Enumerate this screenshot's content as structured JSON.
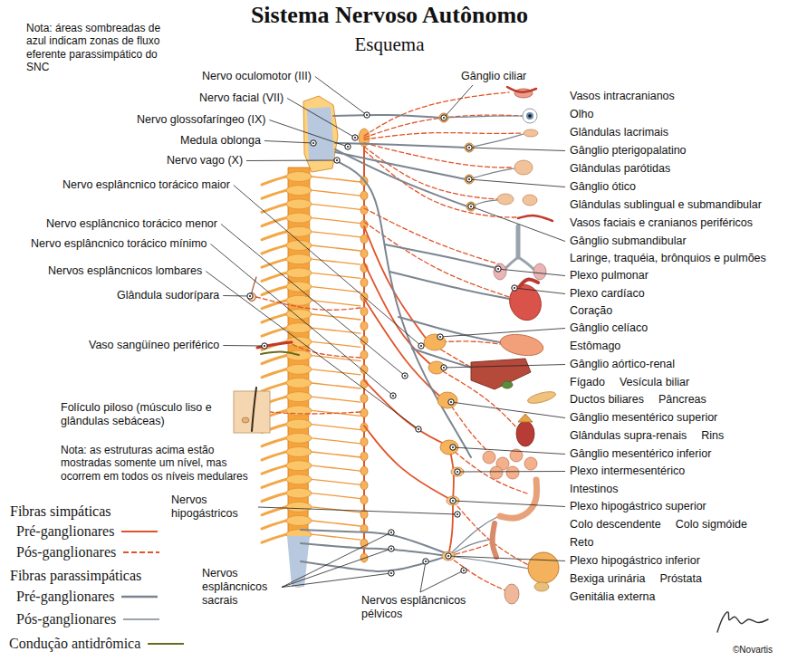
{
  "diagram": {
    "title": "Sistema Nervoso Autônomo",
    "labels": [
      "Esquema",
      "Nota: áreas sombreadas de azul indicam zonas de fluxo eferente parassimpático do SNC",
      "Nervo oculomotor (III)",
      "Nervo facial (VII)",
      "Nervo glossofaríngeo (IX)",
      "Medula oblonga",
      "Nervo vago (X)",
      "Nervo esplâncnico torácico maior",
      "Nervo esplâncnico torácico menor",
      "Nervo esplâncnico torácico mínimo",
      "Nervos esplâncnicos lombares",
      "Glândula sudorípara",
      "Vaso sangüíneo periférico",
      "Folículo piloso (músculo liso e glândulas sebáceas)",
      "Nota: as estruturas acima estão mostradas somente um nível, mas ocorrem em todos os níveis medulares",
      "Nervos hipogástricos",
      "Nervos esplâncnicos sacrais",
      "Nervos esplâncnicos pélvicos",
      "Gânglio ciliar",
      "Vasos intracranianos",
      "Olho",
      "Glândulas lacrimais",
      "Gânglio pterigopalatino",
      "Glândulas parótidas",
      "Gânglio ótico",
      "Glândulas sublingual e submandibular",
      "Vasos faciais e cranianos periféricos",
      "Gânglio submandibular",
      "Laringe, traquéia, brônquios e pulmões",
      "Plexo pulmonar",
      "Plexo cardíaco",
      "Coração",
      "Gânglio celíaco",
      "Estômago",
      "Gânglio aórtico-renal",
      "Fígado",
      "Vesícula biliar",
      "Ductos biliares",
      "Pâncreas",
      "Gânglio mesentérico superior",
      "Glândulas supra-renais",
      "Rins",
      "Gânglio mesentérico inferior",
      "Plexo intermesentérico",
      "Intestinos",
      "Plexo hipogástrico superior",
      "Colo descendente",
      "Colo sigmóide",
      "Reto",
      "Plexo hipogástrico inferior",
      "Bexiga urinária",
      "Próstata",
      "Genitália externa",
      "Fibras simpáticas",
      "Fibras parassimpáticas",
      "©Novartis"
    ],
    "legend": [
      {
        "text": "Pré-ganglionares"
      },
      {
        "text": "Pós-ganglionares"
      },
      {
        "text": "Pré-ganglionares"
      },
      {
        "text": "Pós-ganglionares"
      },
      {
        "text": "Condução antidrômica"
      }
    ]
  }
}
